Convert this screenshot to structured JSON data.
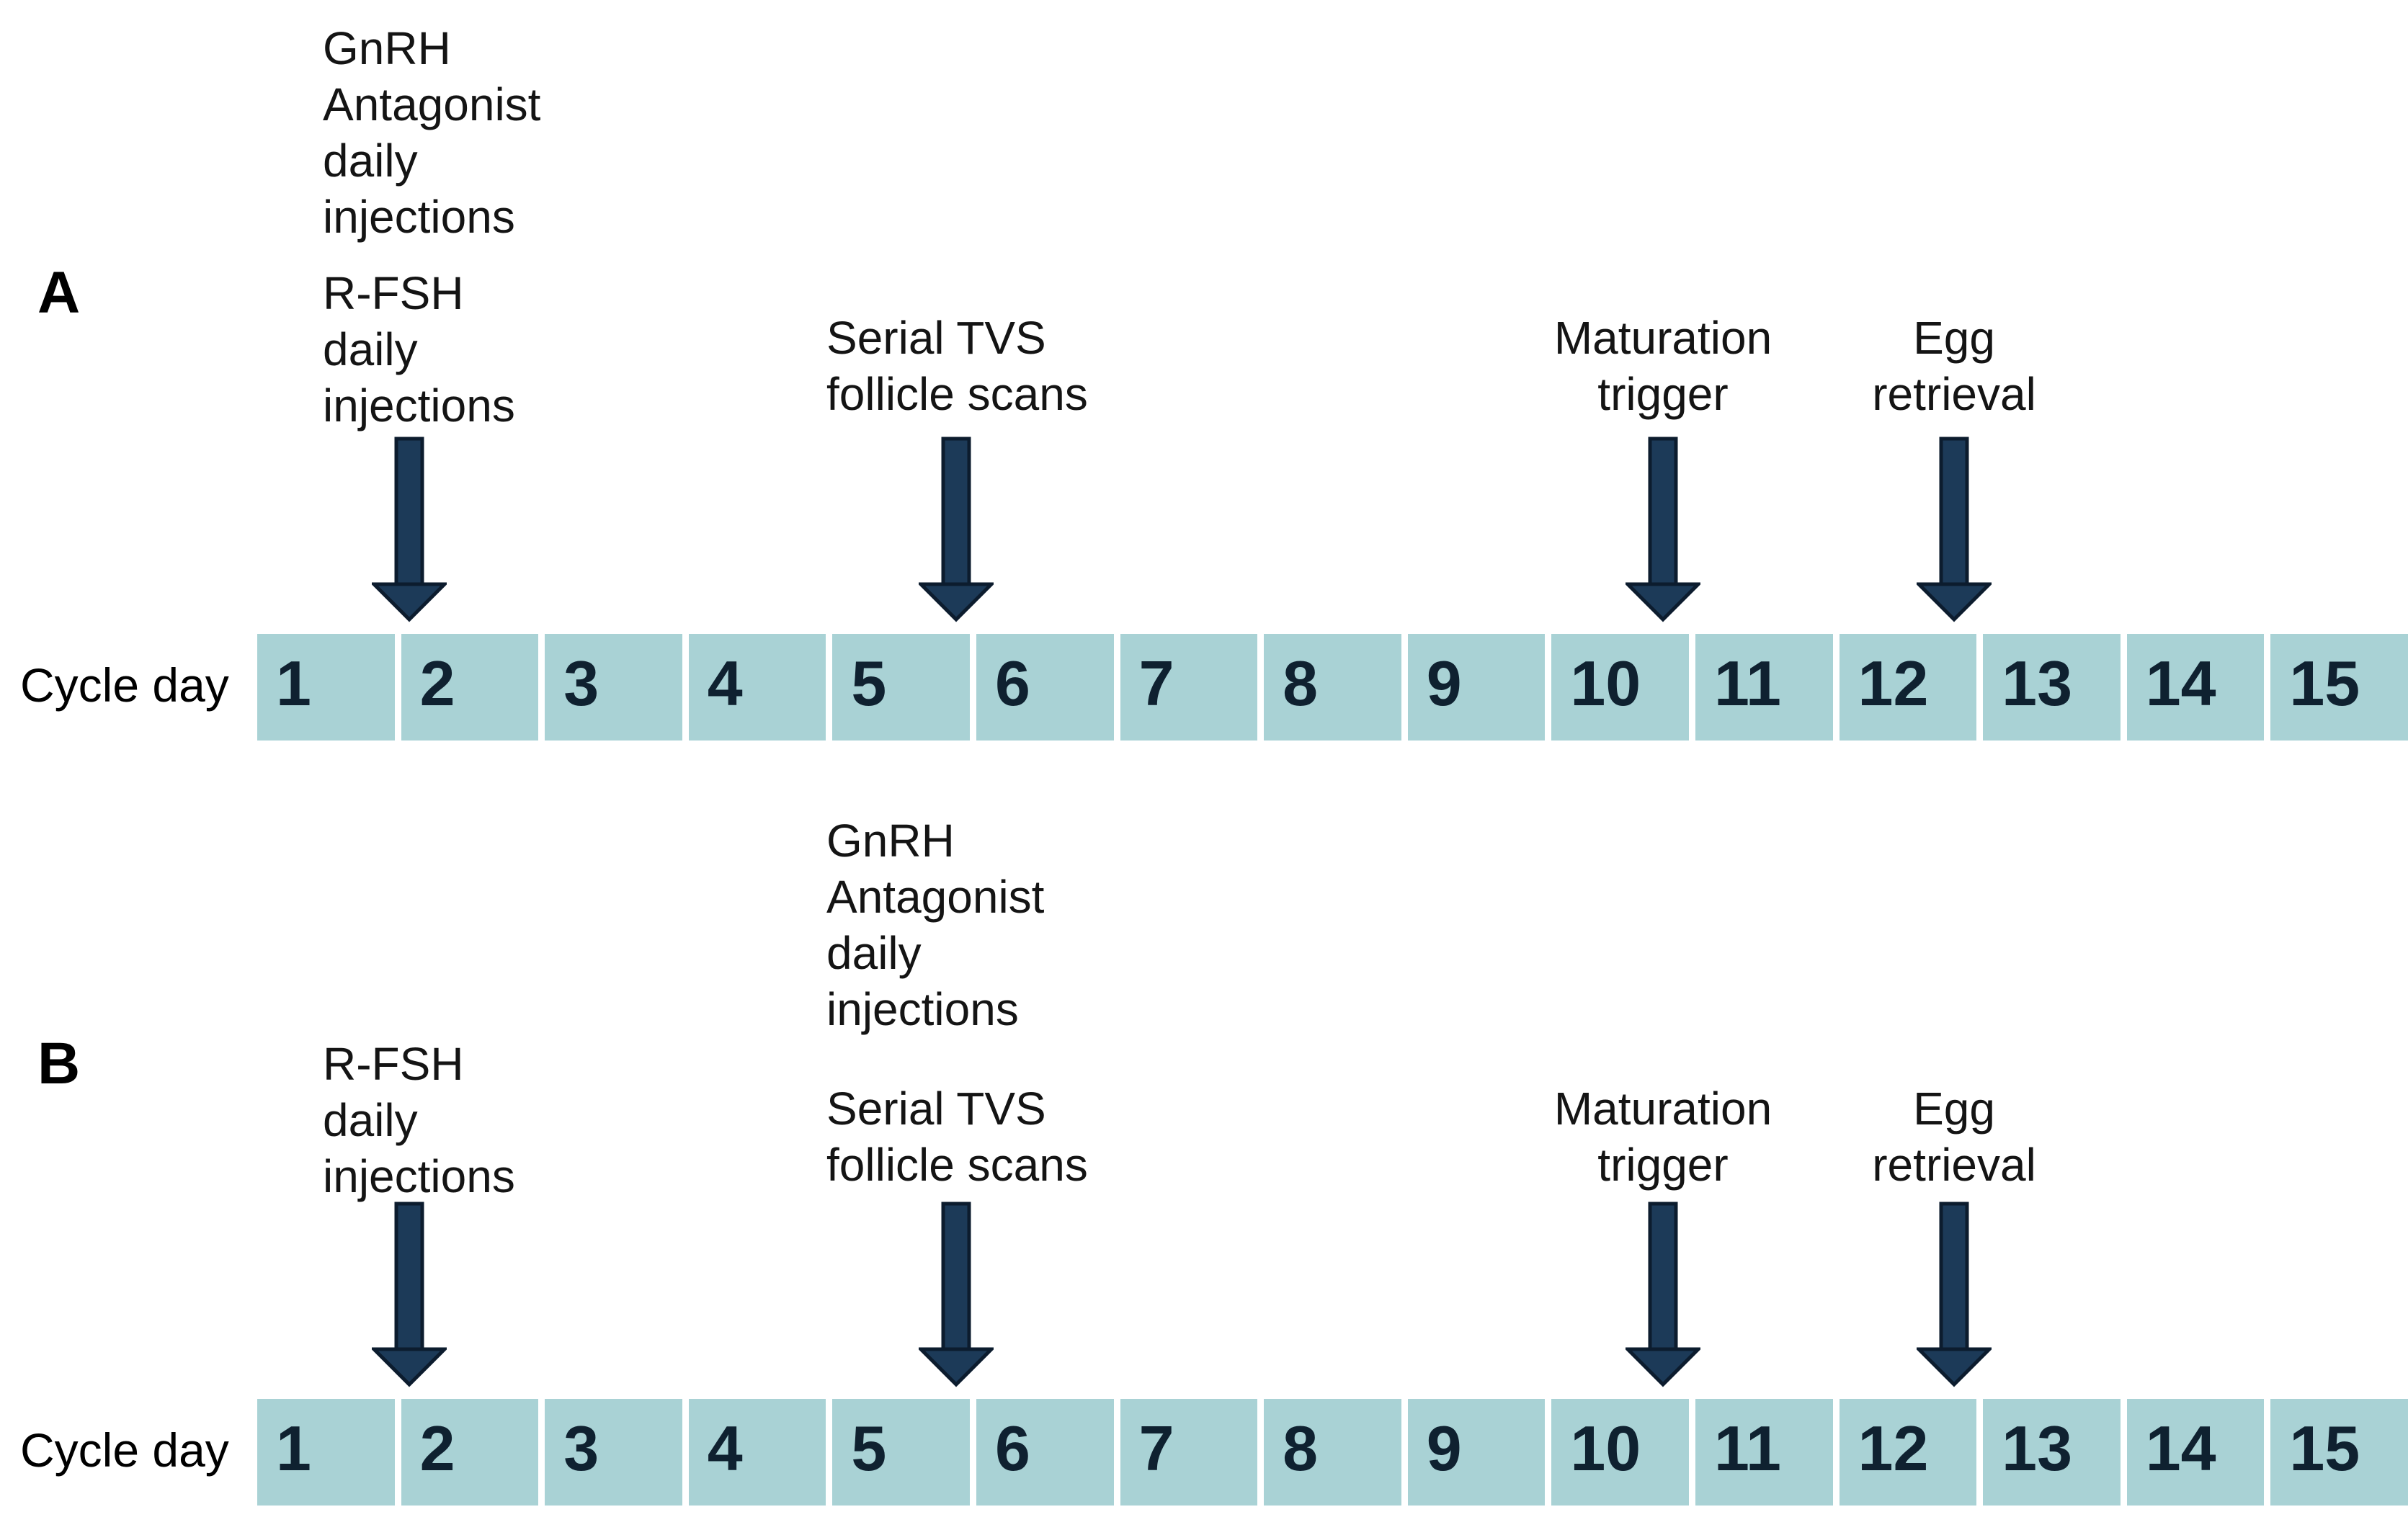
{
  "colors": {
    "background": "#ffffff",
    "cell_teal": "#a9d2d5",
    "day_number": "#0f2130",
    "arrow_navy": "#1c3a58",
    "arrow_border": "#0c1c2e",
    "text": "#141414"
  },
  "cycle_day_label": "Cycle day",
  "days": [
    "1",
    "2",
    "3",
    "4",
    "5",
    "6",
    "7",
    "8",
    "9",
    "10",
    "11",
    "12",
    "13",
    "14",
    "15"
  ],
  "panelA": {
    "label": "A",
    "gnrh_lines": [
      "GnRH",
      "Antagonist",
      "daily",
      "injections"
    ],
    "rfsh_lines": [
      "R-FSH",
      "daily",
      "injections"
    ],
    "serial_tvs_lines": [
      "Serial TVS",
      "follicle scans"
    ],
    "maturation_lines": [
      "Maturation",
      "trigger"
    ],
    "egg_lines": [
      "Egg",
      "retrieval"
    ]
  },
  "panelB": {
    "label": "B",
    "gnrh_lines": [
      "GnRH",
      "Antagonist",
      "daily",
      "injections"
    ],
    "rfsh_lines": [
      "R-FSH",
      "daily",
      "injections"
    ],
    "serial_tvs_lines": [
      "Serial TVS",
      "follicle scans"
    ],
    "maturation_lines": [
      "Maturation",
      "trigger"
    ],
    "egg_lines": [
      "Egg",
      "retrieval"
    ]
  }
}
